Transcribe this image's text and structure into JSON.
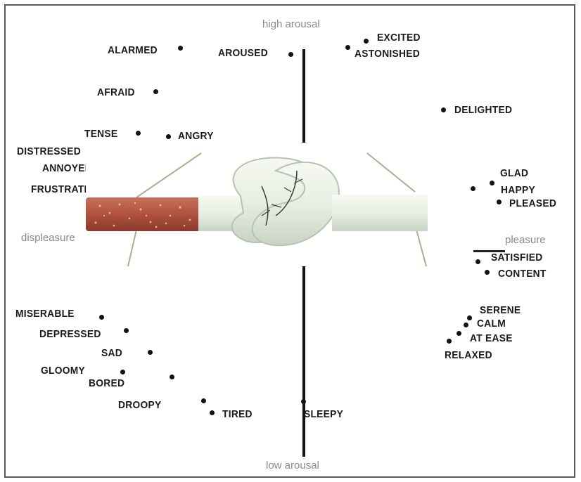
{
  "axes": {
    "top": "high arousal",
    "bottom": "low arousal",
    "left": "displeasure",
    "right": "pleasure"
  },
  "emotions": {
    "alarmed": "ALARMED",
    "aroused": "AROUSED",
    "excited": "EXCITED",
    "astonished": "ASTONISHED",
    "afraid": "AFRAID",
    "delighted": "DELIGHTED",
    "tense": "TENSE",
    "angry": "ANGRY",
    "distressed": "DISTRESSED",
    "annoyed": "ANNOYED",
    "frustrated": "FRUSTRATED",
    "glad": "GLAD",
    "happy": "HAPPY",
    "pleased": "PLEASED",
    "satisfied": "SATISFIED",
    "content": "CONTENT",
    "serene": "SERENE",
    "calm": "CALM",
    "at_ease": "AT EASE",
    "relaxed": "RELAXED",
    "miserable": "MISERABLE",
    "depressed": "DEPRESSED",
    "sad": "SAD",
    "gloomy": "GLOOMY",
    "bored": "BORED",
    "droopy": "DROOPY",
    "tired": "TIRED",
    "sleepy": "SLEEPY"
  },
  "image": {
    "subject": "knotted-cigarette"
  },
  "colors": {
    "axis": "#111111",
    "axis_label": "#8a8a8a",
    "label": "#1a1a1a",
    "filter": "#b0523f",
    "cigarette_paper": "#e8efe2",
    "ember_tip": "#2d4f7a"
  }
}
